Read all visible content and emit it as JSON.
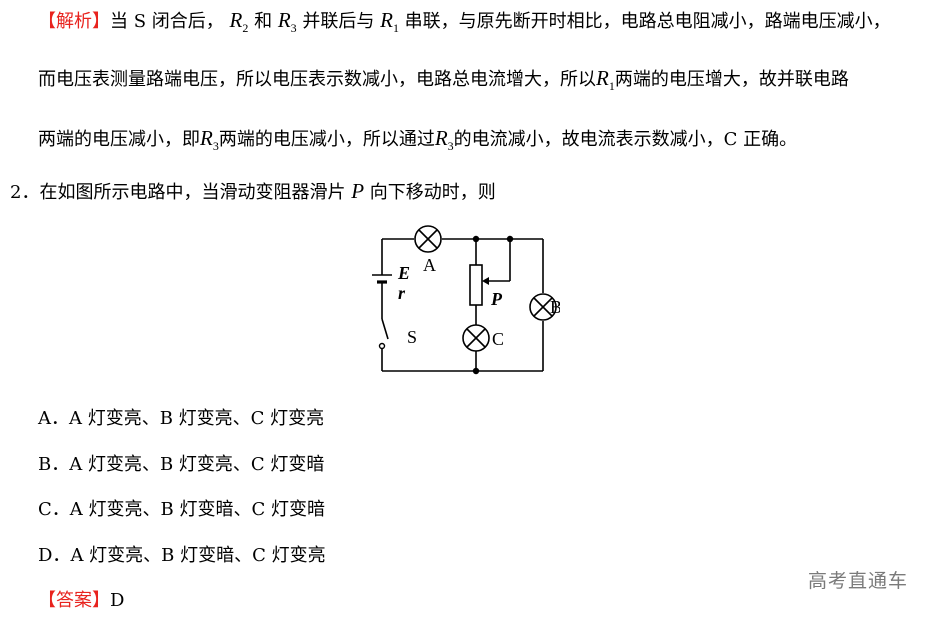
{
  "analysis": {
    "tag": "【解析】",
    "line1_a": "当 S 闭合后，",
    "r2": "R",
    "r2_sub": "2",
    "line1_b": "和",
    "r3": "R",
    "r3_sub": "3",
    "line1_c": "并联后与",
    "r1": "R",
    "r1_sub": "1",
    "line1_d": "串联，与原先断开时相比，电路总电阻减小，路端电压减小，",
    "line2_a": "而电压表测量路端电压，所以电压表示数减小，电路总电流增大，所以",
    "line2_r1": "R",
    "line2_r1_sub": "1",
    "line2_b": "两端的电压增大，故并联电路",
    "line3_a": "两端的电压减小，即",
    "line3_r3": "R",
    "line3_r3_sub": "3",
    "line3_b": "两端的电压减小，所以通过",
    "line3_r3b": "R",
    "line3_r3b_sub": "3",
    "line3_c": "的电流减小，故电流表示数减小，C 正确。"
  },
  "question": {
    "number": "2．",
    "text_a": "在如图所示电路中，当滑动变阻器滑片",
    "p": "P",
    "text_b": "向下移动时，则"
  },
  "circuit": {
    "label_a": "A",
    "label_b": "B",
    "label_c": "C",
    "label_e": "E",
    "label_r": "r",
    "label_p": "P",
    "label_s": "S"
  },
  "options": [
    {
      "letter": "A．",
      "text": "A 灯变亮、B 灯变亮、C 灯变亮"
    },
    {
      "letter": "B．",
      "text": "A 灯变亮、B 灯变亮、C 灯变暗"
    },
    {
      "letter": "C．",
      "text": "A 灯变亮、B 灯变暗、C 灯变暗"
    },
    {
      "letter": "D．",
      "text": "A 灯变亮、B 灯变暗、C 灯变亮"
    }
  ],
  "answer": {
    "tag": "【答案】",
    "value": "D"
  },
  "watermark": "高考直通车"
}
